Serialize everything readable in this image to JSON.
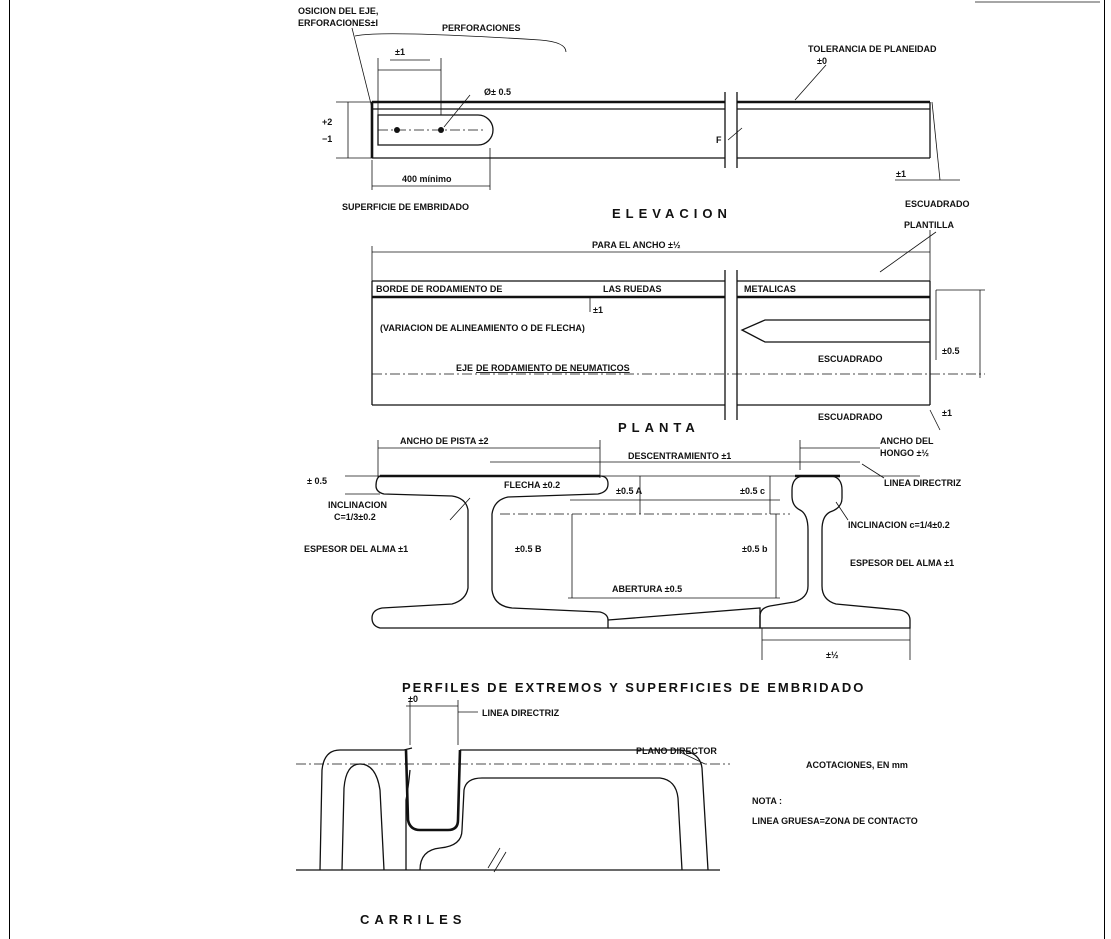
{
  "elevacion": {
    "title": "ELEVACION",
    "posicion_eje_1": "OSICION DEL EJE,",
    "posicion_eje_2": "ERFORACIONES±I",
    "perforaciones": "PERFORACIONES",
    "pm1_top": "±1",
    "diametro": "Ø± 0.5",
    "tol_planeidad": "TOLERANCIA DE PLANEIDAD",
    "tol_planeidad_val": "±0",
    "altura_plus": "+2",
    "altura_minus": "−1",
    "f_mark": "F",
    "longitud_min": "400 mínimo",
    "superficie": "SUPERFICIE DE EMBRIDADO",
    "escuadrado_tol": "±1",
    "escuadrado": "ESCUADRADO"
  },
  "planta": {
    "title": "PLANTA",
    "para_ancho": "PARA EL ANCHO ±½",
    "plantilla": "PLANTILLA",
    "borde_1": "BORDE DE RODAMIENTO DE",
    "borde_2": "LAS RUEDAS",
    "borde_3": "METALICAS",
    "pm1": "±1",
    "variacion": "(VARIACION DE ALINEAMIENTO O DE FLECHA)",
    "eje_prefix": "EJE",
    "eje_rest": "DE RODAMIENTO DE NEUMATICOS",
    "escuadrado_1": "ESCUADRADO",
    "pm05": "±0.5",
    "escuadrado_2": "ESCUADRADO",
    "pm1_b": "±1"
  },
  "perfiles": {
    "title": "PERFILES DE EXTREMOS Y SUPERFICIES DE EMBRIDADO",
    "ancho_pista": "ANCHO DE PISTA ±2",
    "descentramiento": "DESCENTRAMIENTO ±1",
    "ancho_hongo_1": "ANCHO DEL",
    "ancho_hongo_2": "HONGO ±½",
    "pm05": "± 0.5",
    "flecha": "FLECHA ±0.2",
    "pm05_a": "±0.5 A",
    "pm05_c": "±0.5 c",
    "linea_directriz": "LINEA DIRECTRIZ",
    "inclinacion_1": "INCLINACION",
    "inclinacion_2": "C=1/3±0.2",
    "inclinacion_right": "INCLINACION c=1/4±0.2",
    "espesor_left": "ESPESOR DEL ALMA ±1",
    "pm05_b_left": "±0.5  B",
    "pm05_b_right": "±0.5  b",
    "espesor_right": "ESPESOR DEL ALMA ±1",
    "abertura": "ABERTURA ±0.5",
    "pm_half": "±½"
  },
  "carriles": {
    "title": "CARRILES",
    "tol": "±0",
    "linea_directriz": "LINEA DIRECTRIZ",
    "plano_director": "PLANO DIRECTOR"
  },
  "notas": {
    "acotaciones": "ACOTACIONES, EN mm",
    "nota_title": "NOTA :",
    "nota_text": "LINEA GRUESA=ZONA DE CONTACTO"
  }
}
